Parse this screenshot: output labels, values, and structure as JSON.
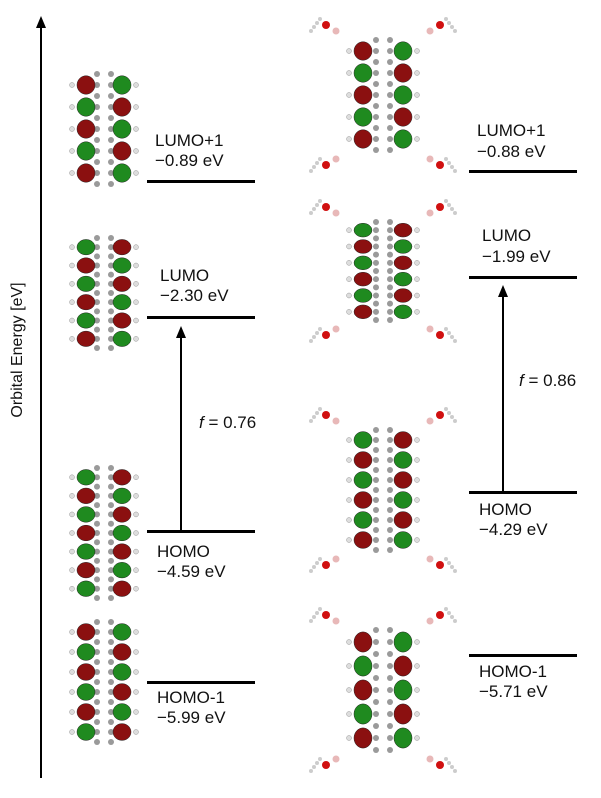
{
  "axis": {
    "title": "Orbital Energy [eV]"
  },
  "left": {
    "levels": [
      {
        "name": "LUMO+1",
        "energy": "−0.89 eV"
      },
      {
        "name": "LUMO",
        "energy": "−2.30 eV"
      },
      {
        "name": "HOMO",
        "energy": "−4.59 eV"
      },
      {
        "name": "HOMO-1",
        "energy": "−5.99 eV"
      }
    ],
    "transition": {
      "symbol": "f",
      "value": " = 0.76"
    }
  },
  "right": {
    "levels": [
      {
        "name": "LUMO+1",
        "energy": "−0.88 eV"
      },
      {
        "name": "LUMO",
        "energy": "−1.99 eV"
      },
      {
        "name": "HOMO",
        "energy": "−4.29 eV"
      },
      {
        "name": "HOMO-1",
        "energy": "−5.71 eV"
      }
    ],
    "transition": {
      "symbol": "f",
      "value": " = 0.86"
    }
  },
  "colors": {
    "lobe_positive": "#1f8a1f",
    "lobe_negative": "#8b1010",
    "carbon": "#9a9a9a",
    "boron": "#e8b8b8",
    "oxygen": "#d01010"
  }
}
